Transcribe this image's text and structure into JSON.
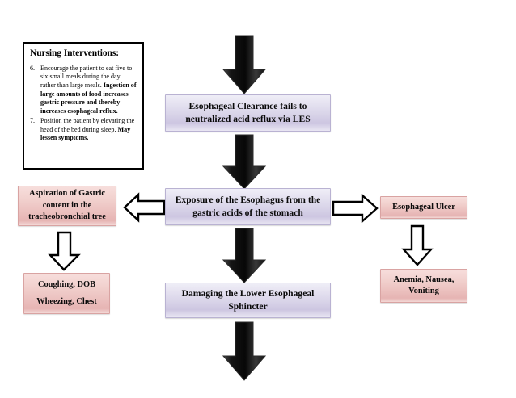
{
  "page": {
    "background": "#ffffff",
    "purple_box_color": "#d8d3e8",
    "pink_box_color": "#ecc2c0",
    "dark_arrow_color": "#1a1a1a",
    "outline_arrow_color": "#ffffff"
  },
  "note": {
    "title": "Nursing Interventions:",
    "items": [
      {
        "number": "6.",
        "lead": "Encourage the patient to eat five to six small meals during the day rather than large meals.",
        "emphasis": "Ingestion of large amounts of food increases gastric pressure and thereby increases esophageal reflux."
      },
      {
        "number": "7.",
        "lead": "Position the patient by elevating the head of the bed during sleep.",
        "emphasis": "May lessen symptoms."
      }
    ]
  },
  "flow": {
    "clearance": {
      "line1": "Esophageal Clearance fails to",
      "line2": "neutralized acid reflux via LES"
    },
    "exposure": {
      "line1": "Exposure of the Esophagus from the",
      "line2": "gastric acids of the stomach"
    },
    "damaging": {
      "line1": "Damaging the Lower Esophageal",
      "line2": "Sphincter"
    },
    "aspiration": {
      "line1": "Aspiration of Gastric",
      "line2": "content in the",
      "line3": "tracheobronchial tree"
    },
    "coughing": {
      "line1": "Coughing, DOB",
      "line2": "Wheezing, Chest"
    },
    "ulcer": {
      "line1": "Esophageal Ulcer"
    },
    "anemia": {
      "line1": "Anemia, Nausea,",
      "line2": "Voniting"
    }
  },
  "arrows": {
    "top": "down-arrow-filled",
    "mid1": "down-arrow-filled",
    "mid2": "down-arrow-filled",
    "bottom": "down-arrow-filled",
    "left_h": "left-arrow-outline",
    "right_h": "right-arrow-outline",
    "left_v": "down-arrow-outline",
    "right_v": "down-arrow-outline"
  }
}
